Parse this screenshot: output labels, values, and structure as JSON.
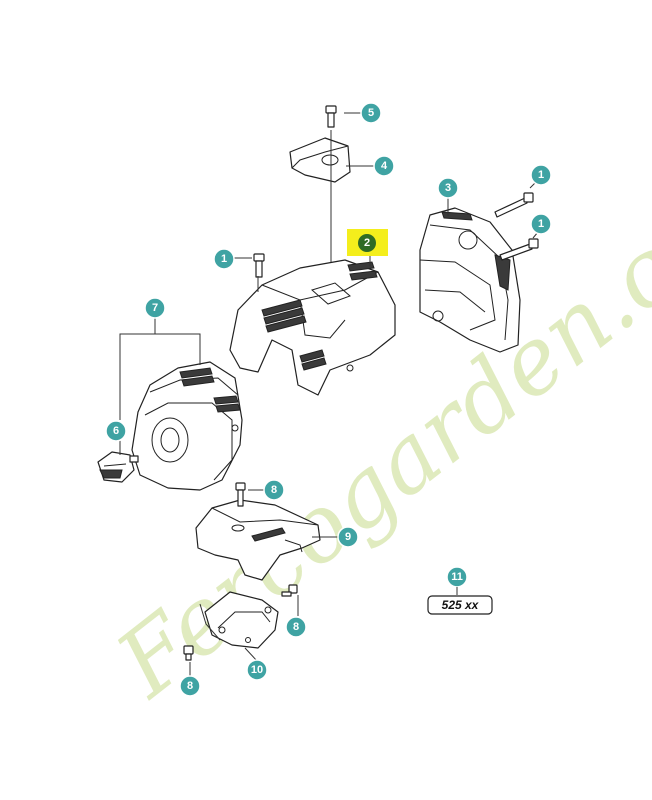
{
  "callouts": [
    {
      "id": "c1a",
      "number": "1"
    },
    {
      "id": "c1b",
      "number": "1"
    },
    {
      "id": "c1c",
      "number": "1"
    },
    {
      "id": "c2",
      "number": "2"
    },
    {
      "id": "c3",
      "number": "3"
    },
    {
      "id": "c4",
      "number": "4"
    },
    {
      "id": "c5",
      "number": "5"
    },
    {
      "id": "c6",
      "number": "6"
    },
    {
      "id": "c7",
      "number": "7"
    },
    {
      "id": "c8a",
      "number": "8"
    },
    {
      "id": "c8b",
      "number": "8"
    },
    {
      "id": "c8c",
      "number": "8"
    },
    {
      "id": "c9",
      "number": "9"
    },
    {
      "id": "c10",
      "number": "10"
    },
    {
      "id": "c11",
      "number": "11"
    }
  ],
  "model_label": "525 xx",
  "watermark": "Fercogarden.com",
  "colors": {
    "callout": "#3fa3a3",
    "highlight_box": "#f4ee1c",
    "highlight_circle": "#2f6b25",
    "watermark": "#c8dc8c"
  }
}
